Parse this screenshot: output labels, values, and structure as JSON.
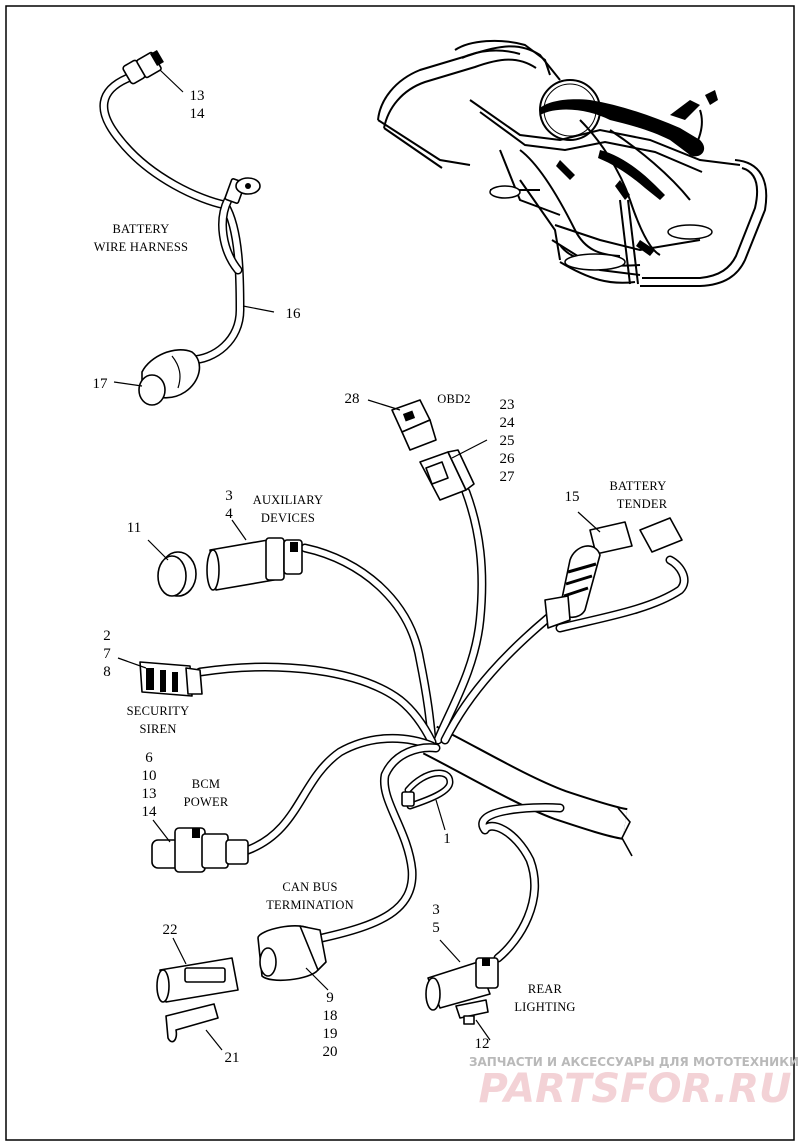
{
  "labels": {
    "battery_wire_harness": [
      "BATTERY",
      "WIRE HARNESS"
    ],
    "obd2": "OBD2",
    "auxiliary_devices": [
      "AUXILIARY",
      "DEVICES"
    ],
    "battery_tender": [
      "BATTERY",
      "TENDER"
    ],
    "security_siren": [
      "SECURITY",
      "SIREN"
    ],
    "bcm_power": [
      "BCM",
      "POWER"
    ],
    "can_bus_termination": [
      "CAN BUS",
      "TERMINATION"
    ],
    "rear_lighting": [
      "REAR",
      "LIGHTING"
    ]
  },
  "callouts": {
    "c13_14_top": [
      "13",
      "14"
    ],
    "c16": "16",
    "c17": "17",
    "c28": "28",
    "c23_27": [
      "23",
      "24",
      "25",
      "26",
      "27"
    ],
    "c3_4": [
      "3",
      "4"
    ],
    "c11": "11",
    "c15": "15",
    "c2_7_8": [
      "2",
      "7",
      "8"
    ],
    "c6_10_13_14": [
      "6",
      "10",
      "13",
      "14"
    ],
    "c1": "1",
    "c22": "22",
    "c3_5": [
      "3",
      "5"
    ],
    "c9_18_19_20": [
      "9",
      "18",
      "19",
      "20"
    ],
    "c12": "12",
    "c21": "21"
  },
  "watermark": {
    "tagline": "ЗАПЧАСТИ И АКСЕССУАРЫ ДЛЯ МОТОТЕХНИКИ",
    "brand": "PARTSFOR.RU"
  }
}
